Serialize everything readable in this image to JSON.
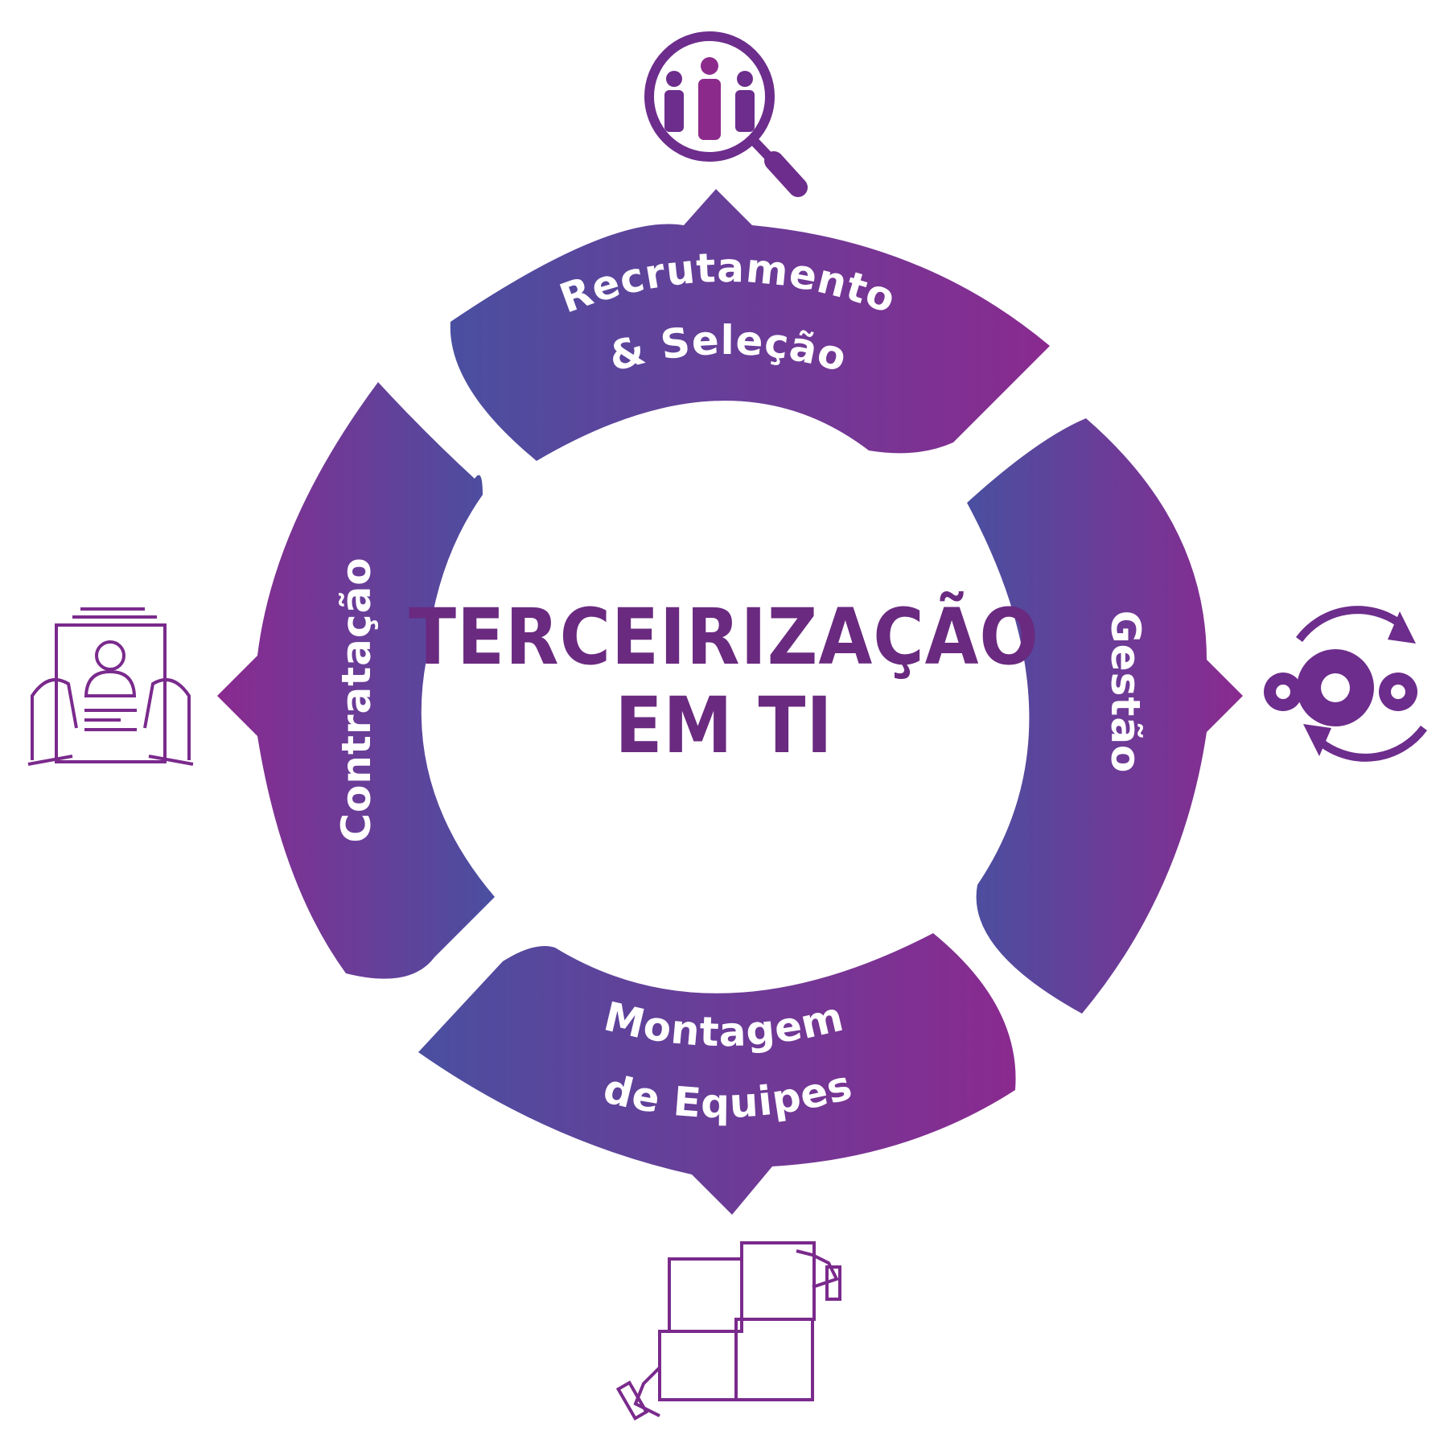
{
  "center": {
    "line1": "TERCEIRIZAÇÃO",
    "line2": "EM TI"
  },
  "segments": {
    "top": {
      "line1": "Recrutamento",
      "line2": "& Seleção"
    },
    "right": {
      "label": "Gestão"
    },
    "bottom": {
      "line1": "Montagem",
      "line2": "de Equipes"
    },
    "left": {
      "label": "Contratação"
    }
  },
  "icons": {
    "top": "people-search-icon",
    "right": "gears-cycle-icon",
    "bottom": "puzzle-hands-icon",
    "left": "resume-hands-icon"
  },
  "colors": {
    "purple_dark": "#6d2d8c",
    "gradient_blue": "#4a4fa0",
    "gradient_magenta": "#8a2a8f",
    "title": "#6a2a80",
    "icon_magenta": "#8c2a8c"
  }
}
